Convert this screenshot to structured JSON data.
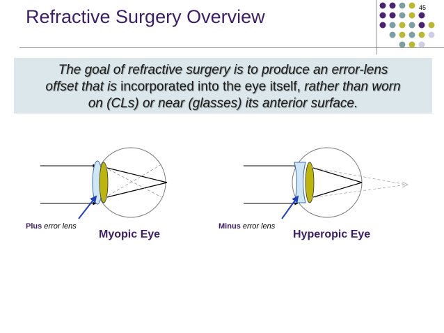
{
  "slide": {
    "title": "Refractive Surgery Overview",
    "page_number": "45"
  },
  "callout": {
    "line1": "The goal of refractive surgery is to produce an error-lens",
    "line2_a": "offset that is",
    "line2_b": " incorporated into the eye itself, ",
    "line2_c": "rather than worn",
    "line3": "on (CLs) or near (glasses) its anterior surface."
  },
  "myopic": {
    "lens_label_bold": "Plus",
    "lens_label_rest": " error lens",
    "eye_label": "Myopic Eye"
  },
  "hyperopic": {
    "lens_label_bold": "Minus",
    "lens_label_rest": " error lens",
    "eye_label": "Hyperopic Eye"
  },
  "colors": {
    "title": "#3d1e66",
    "callout_bg": "#dbe7ea",
    "lens_yellow": "#bdb50c",
    "error_lens_blue": "#cfe6f4",
    "arrow_blue": "#1f3fbf",
    "dot_purple": "#4a2470",
    "dot_teal": "#7c9fa3",
    "dot_olive": "#bdb834",
    "dot_lavender": "#cfcfe4"
  }
}
